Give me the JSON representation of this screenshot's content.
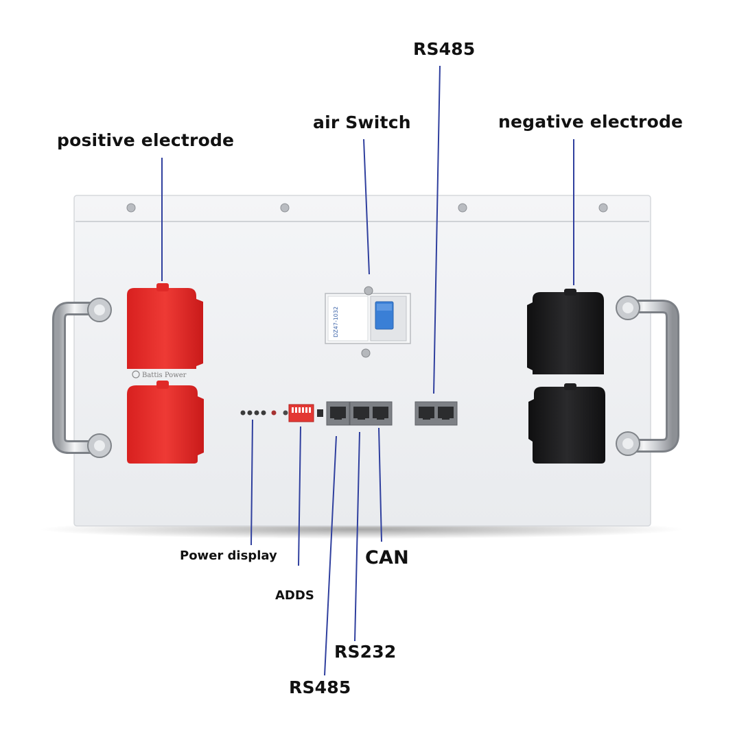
{
  "labels": {
    "rs485_top": "RS485",
    "air_switch": "air Switch",
    "negative_electrode": "negative electrode",
    "positive_electrode": "positive electrode",
    "power_display": "Power display",
    "adds": "ADDS",
    "can": "CAN",
    "rs232": "RS232",
    "rs485_bottom": "RS485"
  },
  "brand": {
    "name": "Battis Power"
  },
  "breaker": {
    "model_text": "DZ47-1032"
  },
  "colors": {
    "leader_line": "#2f3f9e",
    "panel": "#eef0f2",
    "positive_terminal": "#e2302c",
    "negative_terminal": "#1c1c1e",
    "breaker_toggle": "#3a7fd6",
    "label_text": "#111111"
  }
}
